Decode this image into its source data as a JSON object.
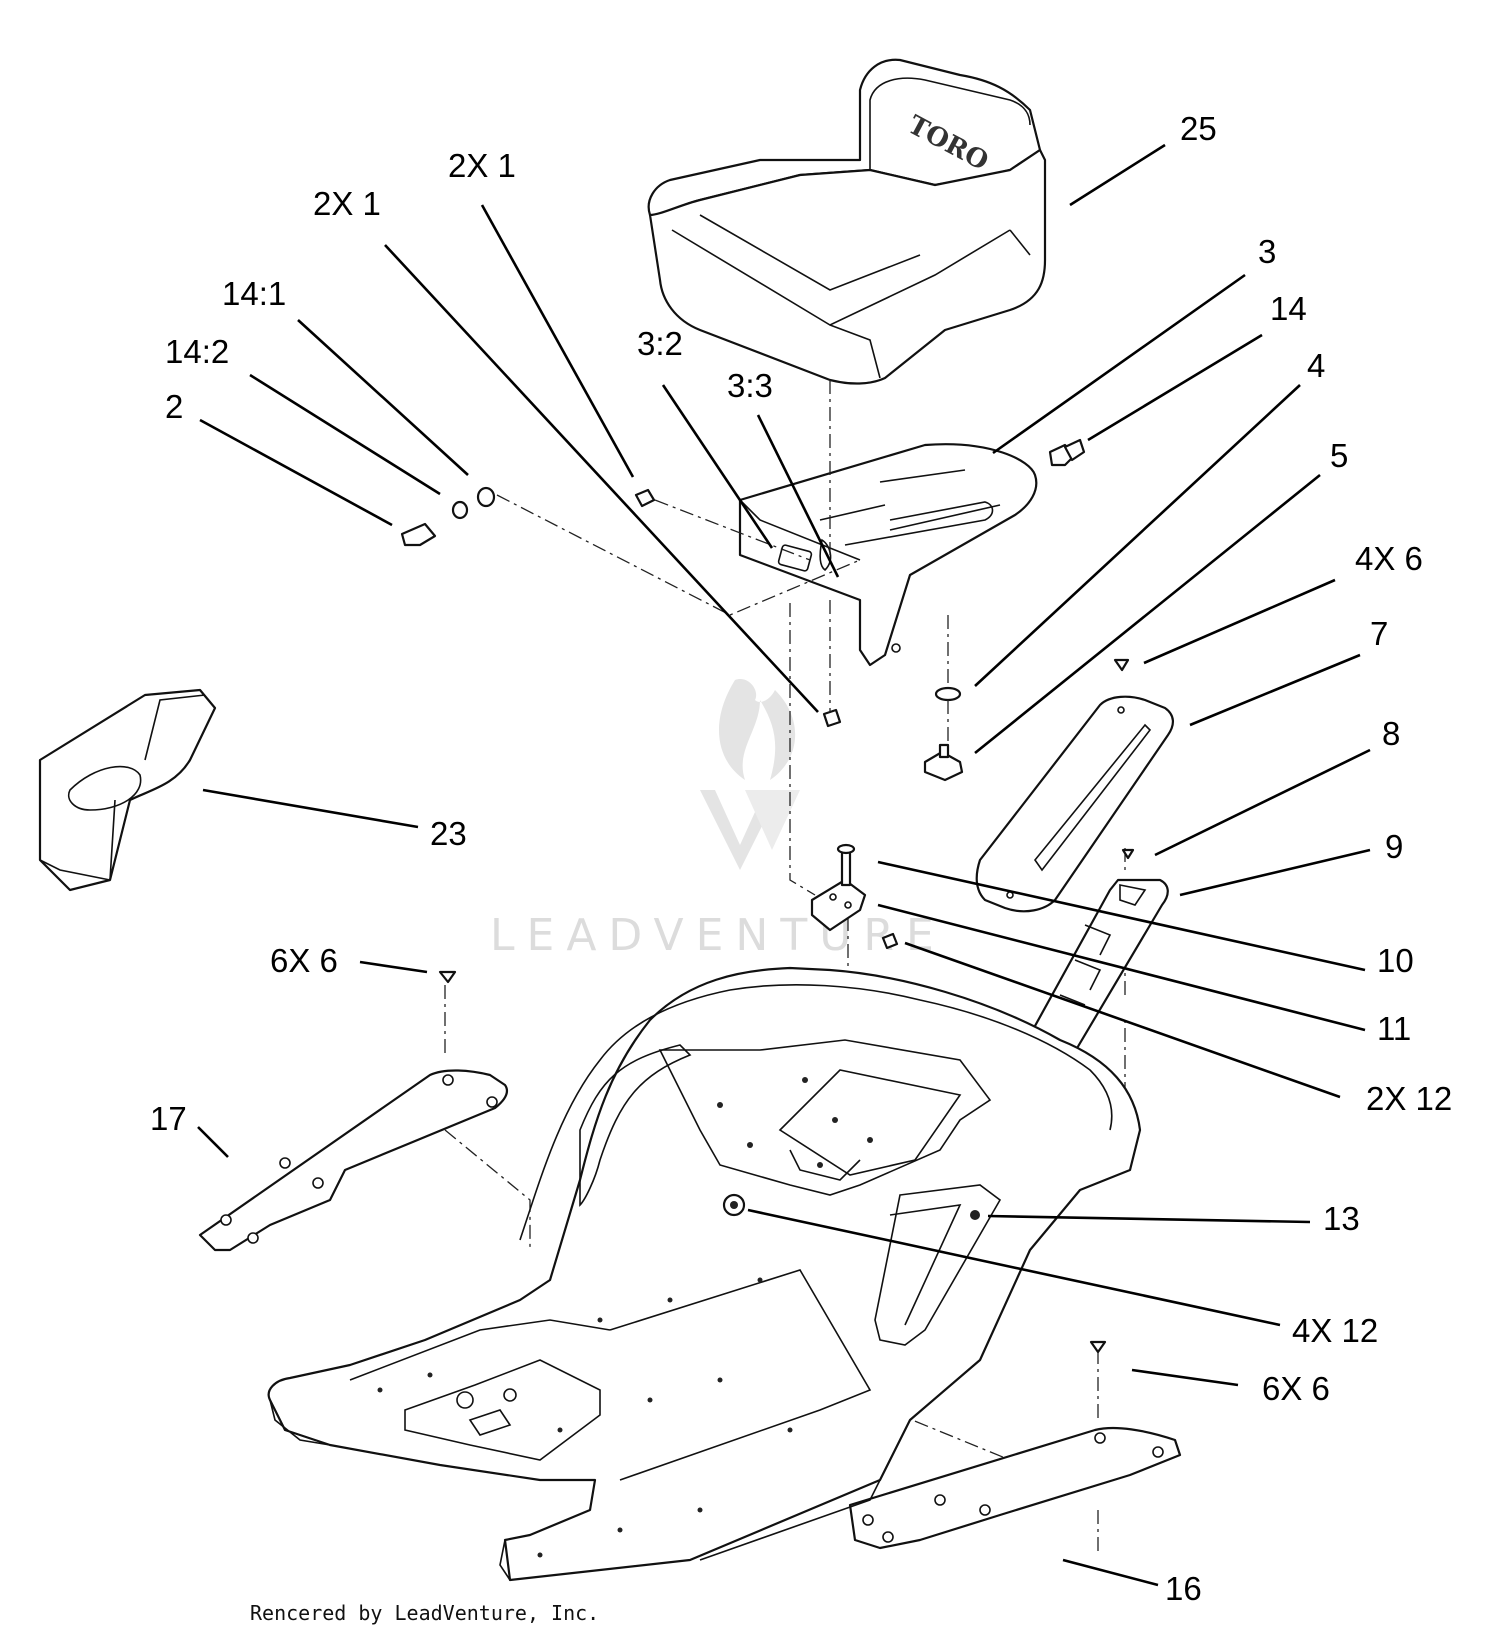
{
  "diagram": {
    "callouts": {
      "p25": "25",
      "p3": "3",
      "p14": "14",
      "p4": "4",
      "p5": "5",
      "p4x6": "4X 6",
      "p7": "7",
      "p8": "8",
      "p9": "9",
      "p10": "10",
      "p11": "11",
      "p2x12": "2X 12",
      "p13": "13",
      "p4x12": "4X 12",
      "p6x6_right": "6X 6",
      "p16": "16",
      "p2x1_a": "2X 1",
      "p2x1_b": "2X 1",
      "p14_1": "14:1",
      "p14_2": "14:2",
      "p2": "2",
      "p3_2": "3:2",
      "p3_3": "3:3",
      "p23": "23",
      "p6x6_left": "6X 6",
      "p17": "17"
    },
    "seat_brand": "TORO",
    "watermark": "LEADVENTURE",
    "credit": "Rencered by LeadVenture, Inc."
  },
  "colors": {
    "line": "#111111",
    "watermark": "#dcdcdc",
    "background": "#ffffff"
  }
}
